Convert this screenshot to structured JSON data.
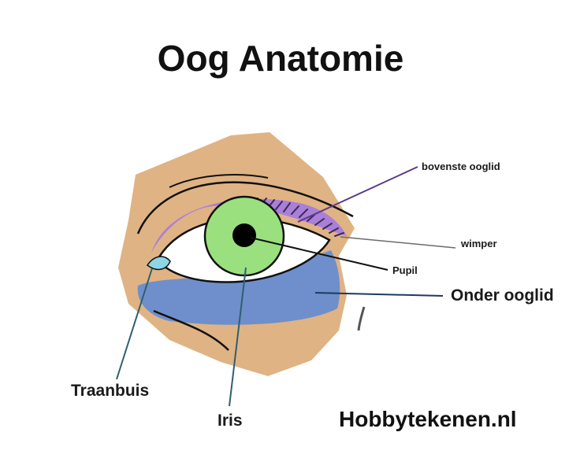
{
  "title": "Oog Anatomie",
  "labels": {
    "upper_eyelid": "bovenste ooglid",
    "eyelash": "wimper",
    "pupil": "Pupil",
    "lower_eyelid": "Onder ooglid",
    "tear_duct": "Traanbuis",
    "iris": "Iris"
  },
  "credit": "Hobbytekenen.nl",
  "colors": {
    "skin": "#E0B384",
    "upper_eyelid": "#A97FD8",
    "lower_eyelid": "#6E8FCB",
    "iris": "#9BE07F",
    "tear_duct": "#8CD6E6",
    "pupil": "#000000",
    "sclera": "#FFFFFF",
    "leader_upper_eyelid": "#5B3C8C",
    "leader_eyelash": "#6B6B6B",
    "leader_pupil": "#111111",
    "leader_lower_eyelid": "#1E3A5F",
    "leader_tear_duct": "#2E5F6E",
    "leader_iris": "#2E5F6E"
  }
}
